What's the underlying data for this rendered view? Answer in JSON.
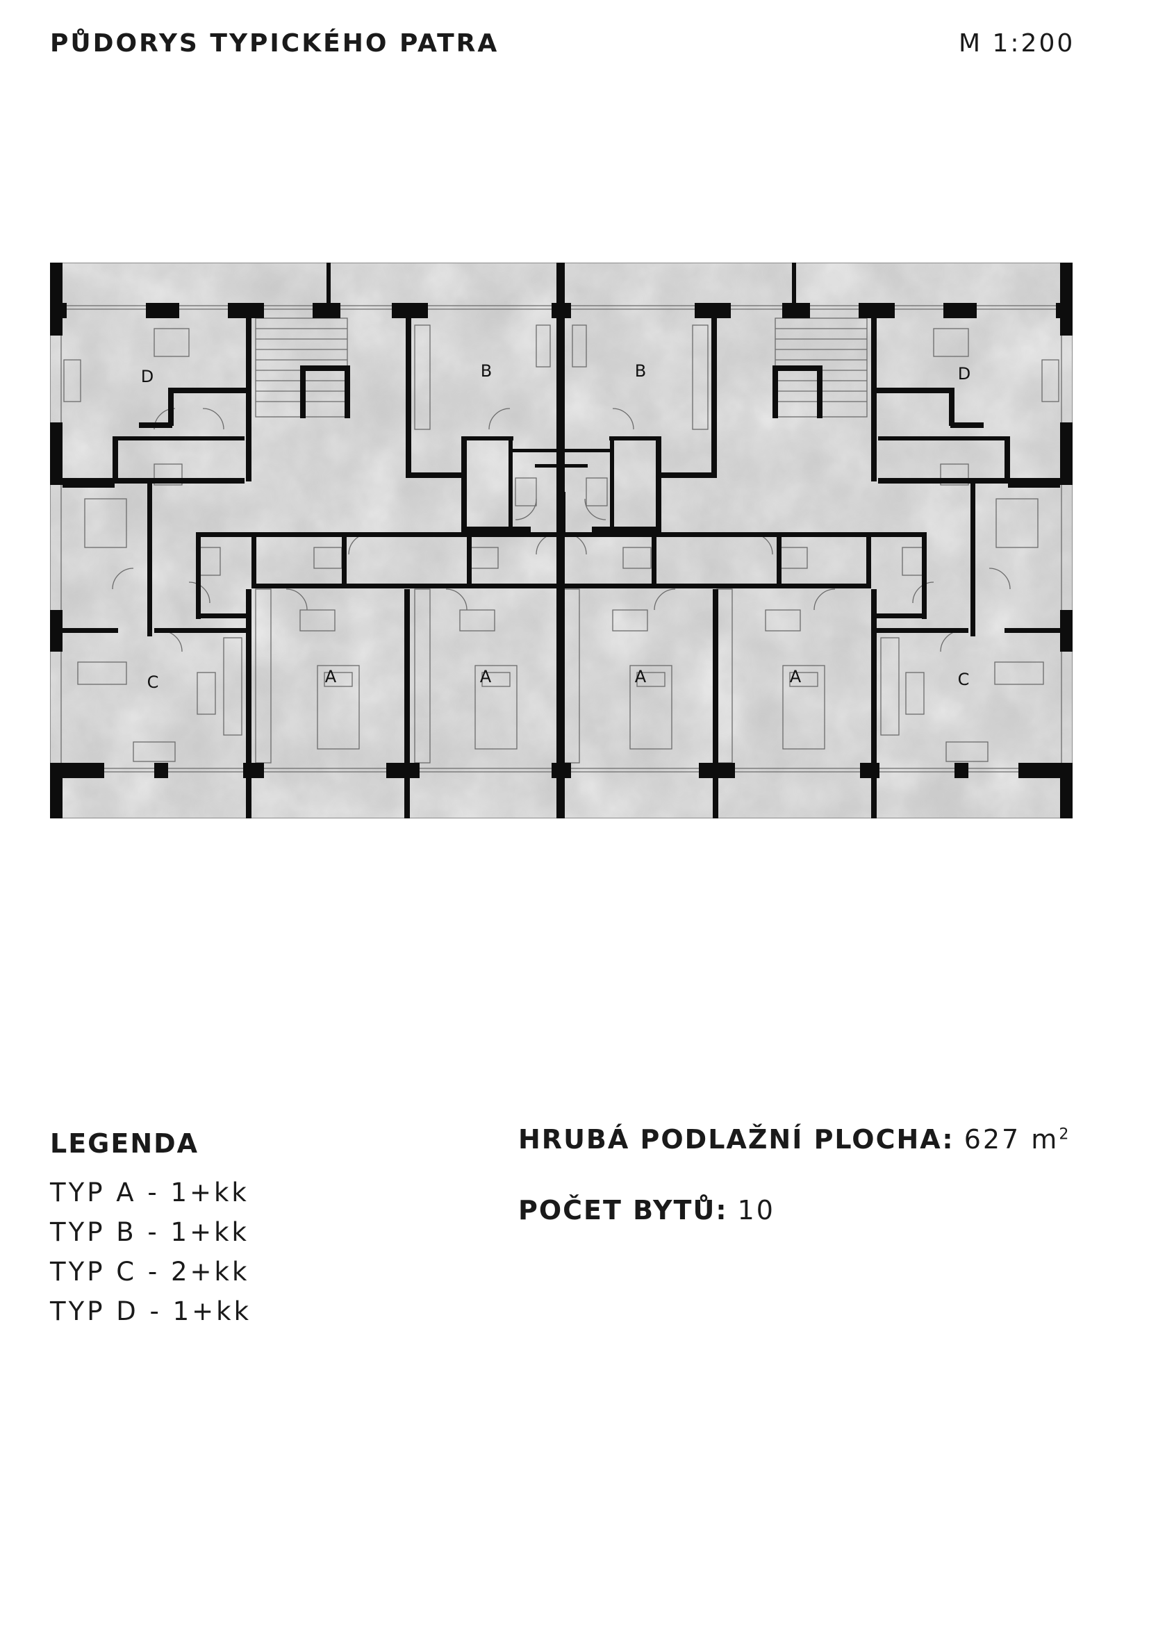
{
  "header": {
    "title": "PŮDORYS TYPICKÉHO PATRA",
    "scale": "M 1:200"
  },
  "plan": {
    "units": [
      {
        "label": "D"
      },
      {
        "label": "B"
      },
      {
        "label": "B"
      },
      {
        "label": "D"
      },
      {
        "label": "C"
      },
      {
        "label": "A"
      },
      {
        "label": "A"
      },
      {
        "label": "A"
      },
      {
        "label": "A"
      },
      {
        "label": "C"
      }
    ],
    "colors": {
      "floor": "#c9c9c9",
      "wall": "#0d0d0d",
      "outline": "#8a8a8a"
    }
  },
  "legend": {
    "title": "LEGENDA",
    "items": [
      "TYP A - 1+kk",
      "TYP B - 1+kk",
      "TYP C - 2+kk",
      "TYP D - 1+kk"
    ]
  },
  "stats": {
    "area_label": "HRUBÁ PODLAŽNÍ PLOCHA:",
    "area_value": "627 m",
    "area_unit_sup": "2",
    "count_label": "POČET BYTŮ:",
    "count_value": "10"
  }
}
